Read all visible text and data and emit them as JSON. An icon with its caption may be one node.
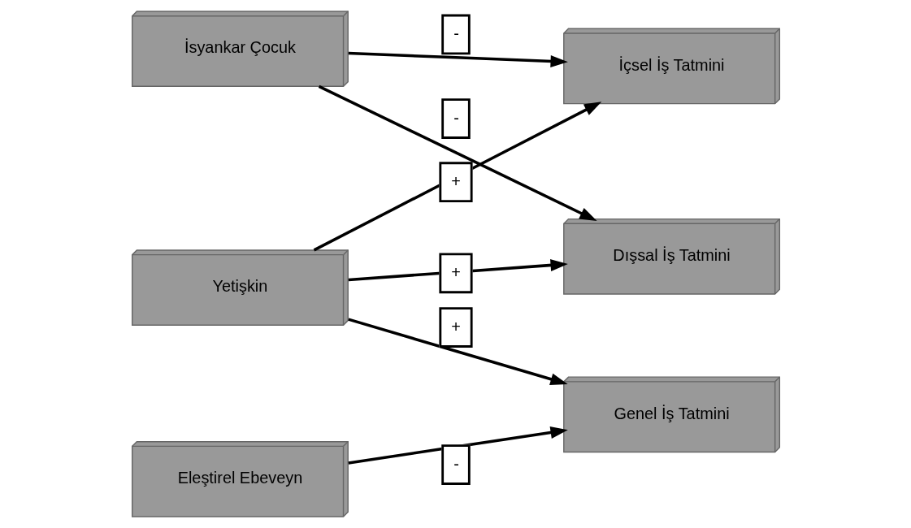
{
  "diagram": {
    "nodes": [
      {
        "text": [
          "Yetişkin"
        ]
      },
      {
        "text": [
          "Eleştirel Ebeveyn"
        ]
      },
      {
        "text": [
          "İsyankar Çocuk"
        ]
      },
      {
        "text": [
          "İçsel İş Tatmini"
        ]
      },
      {
        "text": [
          "Dışsal İş Tatmini"
        ]
      },
      {
        "text": [
          "Genel İş Tatmini"
        ]
      }
    ],
    "edges": [
      {
        "from": 0,
        "to": 3,
        "arrow": "to",
        "label": "+"
      },
      {
        "from": 0,
        "to": 4,
        "arrow": "to",
        "label": "+"
      },
      {
        "from": 0,
        "to": 5,
        "arrow": "to",
        "label": "+"
      },
      {
        "from": 2,
        "to": 3,
        "arrow": "to",
        "label": "-"
      },
      {
        "from": 1,
        "to": 5,
        "arrow": "to",
        "label": "-"
      },
      {
        "from": 2,
        "to": 4,
        "arrow": "to",
        "label": "-"
      }
    ]
  }
}
